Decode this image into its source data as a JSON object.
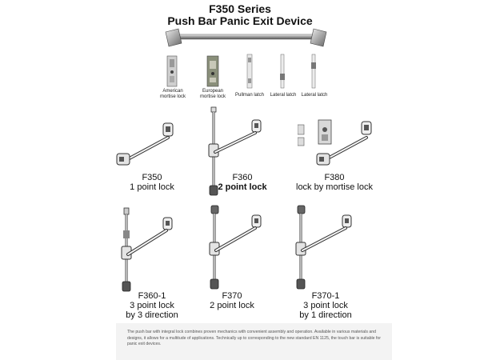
{
  "header": {
    "title": "F350 Series",
    "subtitle": "Push Bar Panic Exit Device"
  },
  "locks": [
    {
      "label_line1": "American",
      "label_line2": "mortise lock",
      "icon": "american-mortise-lock-icon"
    },
    {
      "label_line1": "European",
      "label_line2": "mortise lock",
      "icon": "european-mortise-lock-icon"
    },
    {
      "label_line1": "Pullman latch",
      "label_line2": "",
      "icon": "pullman-latch-icon"
    },
    {
      "label_line1": "Lateral latch",
      "label_line2": "",
      "icon": "lateral-latch-icon-1"
    },
    {
      "label_line1": "Lateral latch",
      "label_line2": "",
      "icon": "lateral-latch-icon-2"
    }
  ],
  "models": [
    {
      "name": "F350",
      "line2": "1 point lock",
      "line3": ""
    },
    {
      "name": "F360",
      "line2": "2 point lock",
      "line3": ""
    },
    {
      "name": "F380",
      "line2": "lock by mortise lock",
      "line3": ""
    },
    {
      "name": "F360-1",
      "line2": "3 point lock",
      "line3": "by 3 direction"
    },
    {
      "name": "F370",
      "line2": "2 point lock",
      "line3": ""
    },
    {
      "name": "F370-1",
      "line2": "3 point lock",
      "line3": "by 1 direction"
    }
  ],
  "footer": {
    "text": "The push bar with integral lock combines proven mechanics with convenient assembly and operation. Available in various materials and designs, it allows for a multitude of applications. Technically up to corresponding to the new standard EN 1125, the touch bar is suitable for panic exit devices."
  },
  "colors": {
    "metal_light": "#e6e6e6",
    "metal_dark": "#7a7a7a",
    "outline": "#333333",
    "footer_bg": "#f3f3f3"
  }
}
